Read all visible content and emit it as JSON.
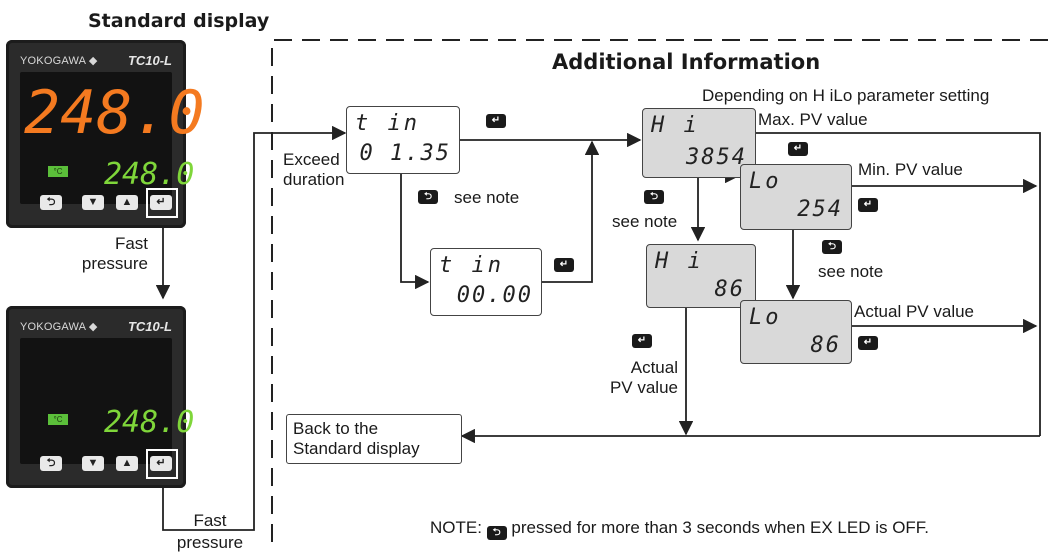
{
  "left": {
    "title": "Standard display",
    "fast_pressure_1": "Fast\npressure",
    "fast_pressure_2": "Fast\npressure",
    "device_brand": "YOKOGAWA ◆",
    "device_model": "TC10-L",
    "pv_value": "248.0",
    "sv_value": "248.0",
    "unit": "°C"
  },
  "additional": {
    "title": "Additional Information",
    "exceed_duration": "Exceed\nduration",
    "depending": "Depending on H iLo parameter setting",
    "max_pv": "Max. PV value",
    "min_pv": "Min. PV value",
    "actual_pv_right": "Actual PV value",
    "actual_pv_left": "Actual\nPV value",
    "see_note": "see note",
    "back": "Back to the\nStandard display",
    "note": "NOTE:  pressed for more than 3 seconds when EX LED is OFF."
  },
  "displays": {
    "tin1_top": "t in",
    "tin1_val": "0 1.35",
    "tin2_top": "t in",
    "tin2_val": "00.00",
    "hi1_top": "H i",
    "hi1_val": "3854",
    "lo1_top": "Lo",
    "lo1_val": "254",
    "hi2_top": "H i",
    "hi2_val": "86",
    "lo2_top": "Lo",
    "lo2_val": "86"
  },
  "icons": {
    "enter": "enter-key-icon",
    "loop": "loop-key-icon",
    "down": "down-key-icon",
    "up": "up-key-icon"
  }
}
